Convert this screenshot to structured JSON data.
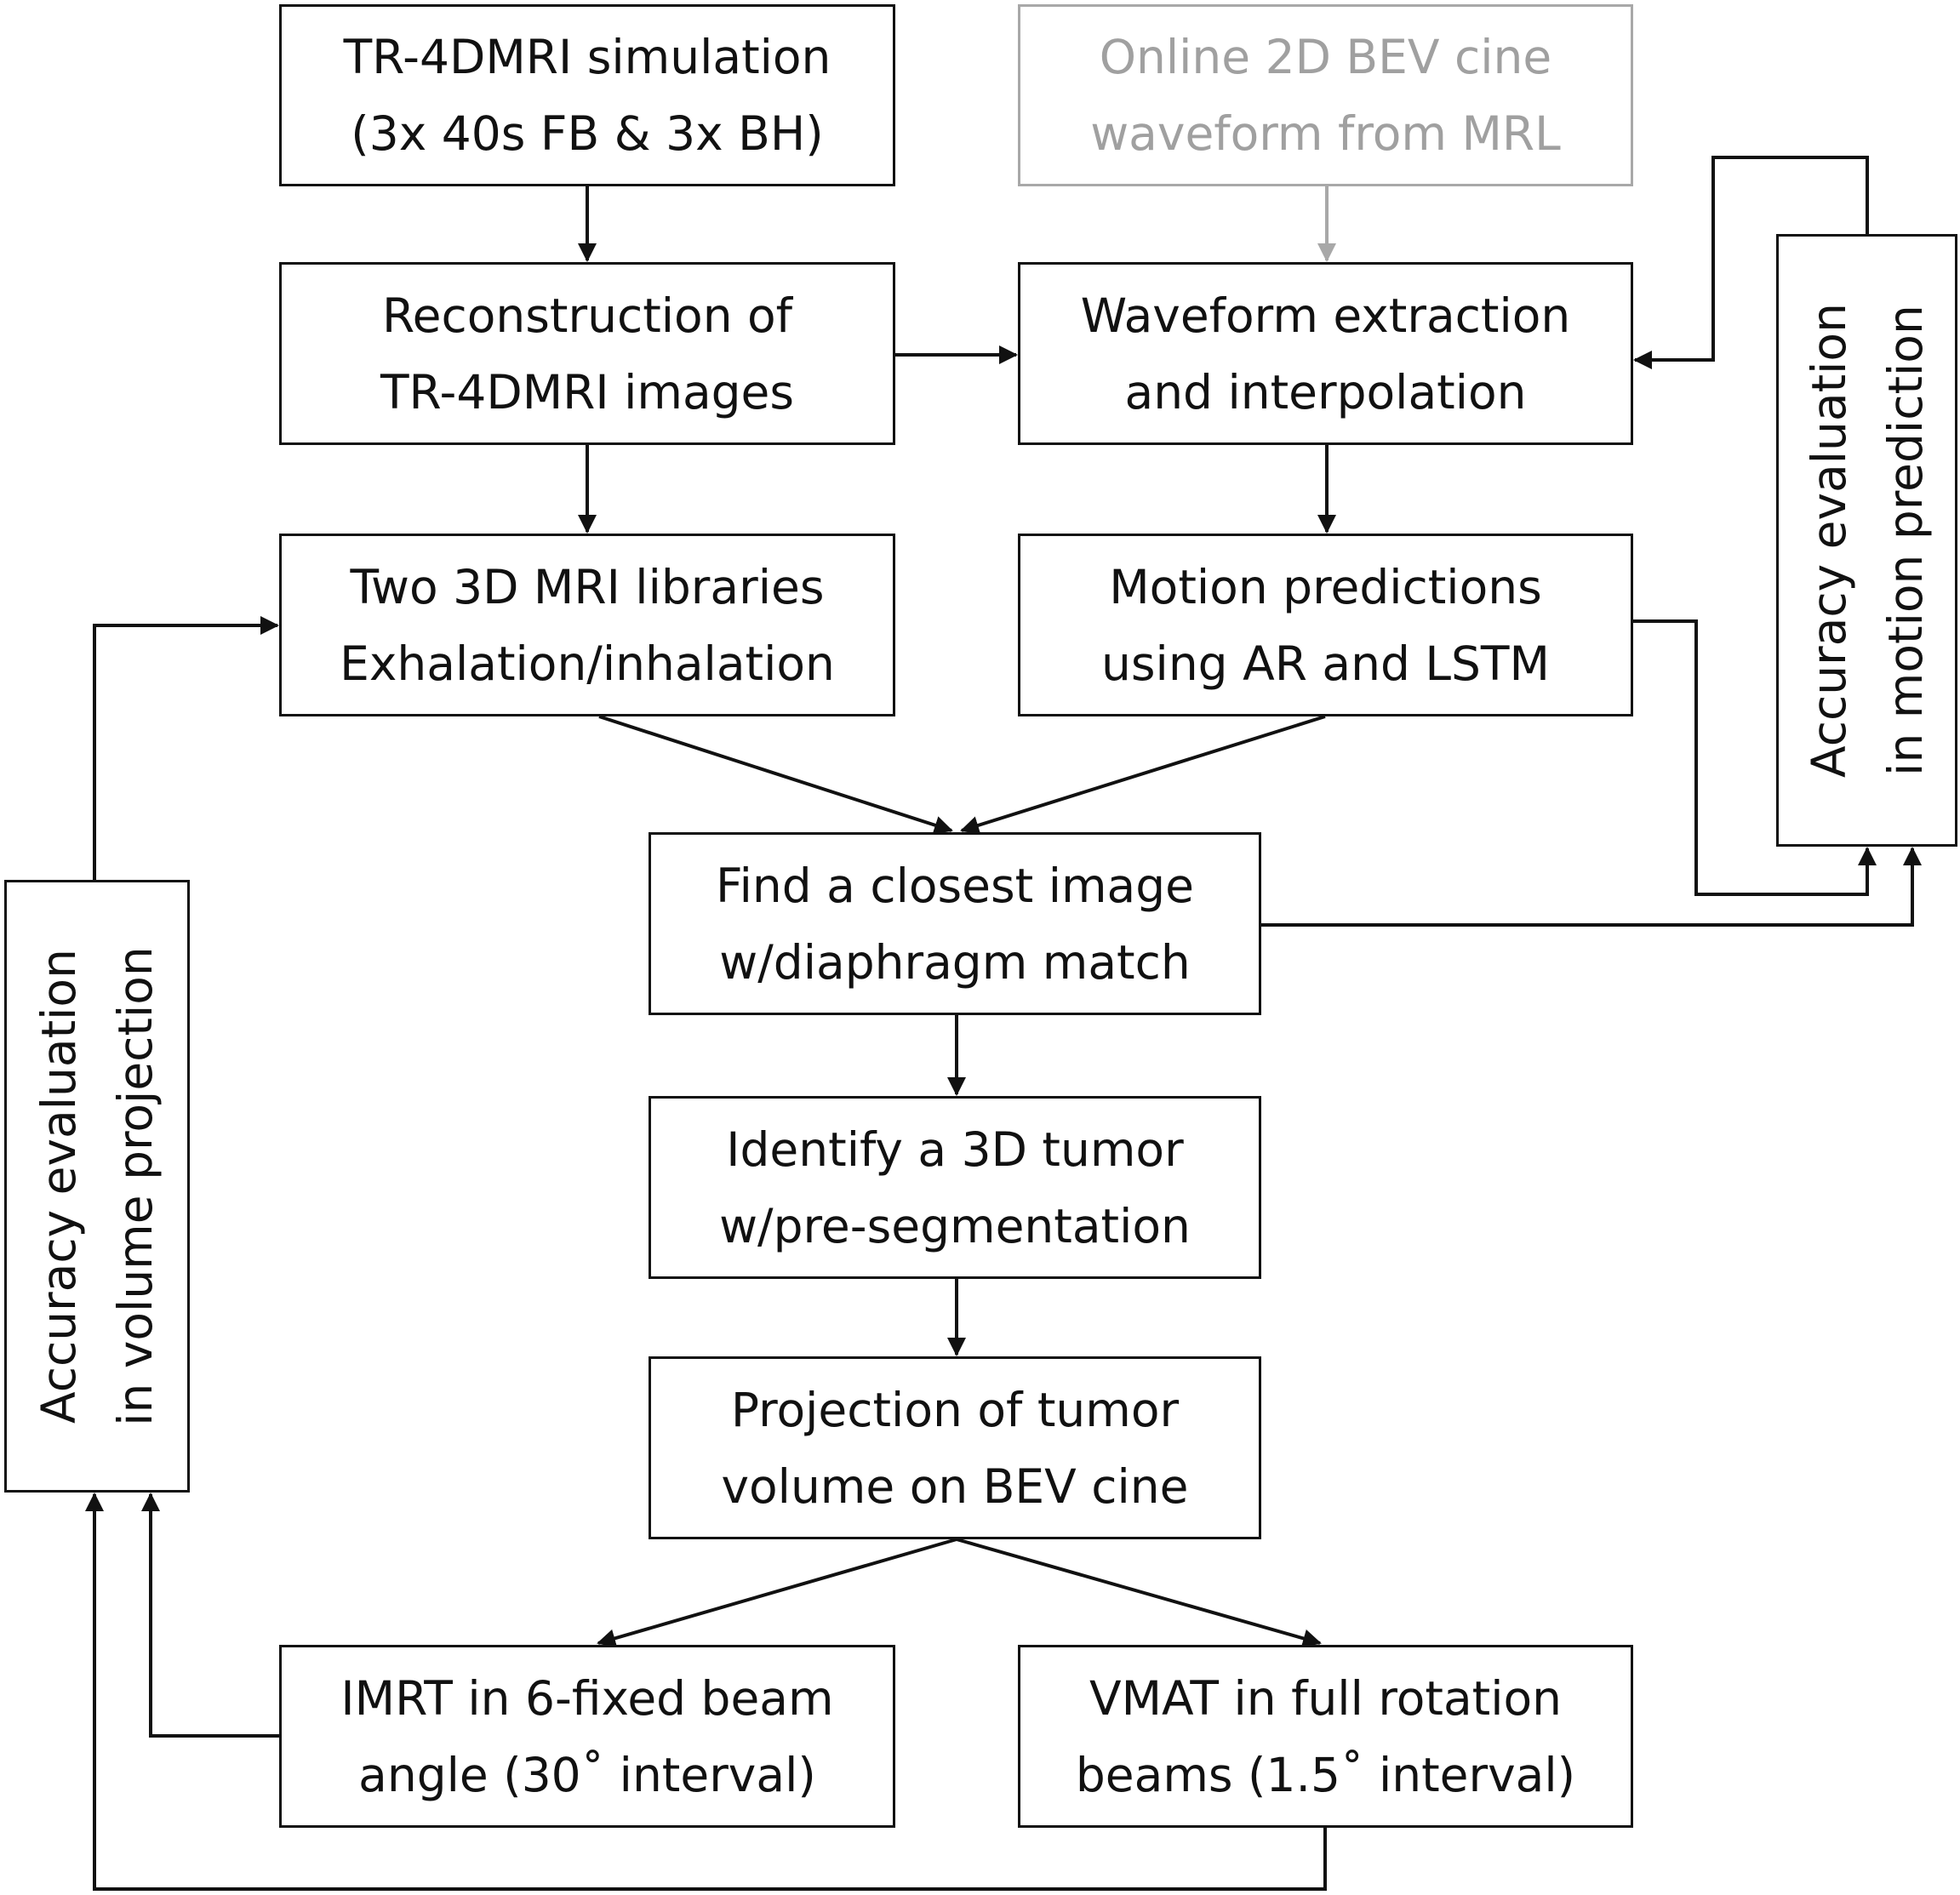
{
  "colors": {
    "line": "#111111",
    "muted_line": "#a8a8a8",
    "muted_text": "#a0a0a0",
    "background": "#ffffff"
  },
  "nodes": {
    "simulation": "TR-4DMRI simulation\n(3x 40s FB & 3x BH)",
    "online_cine": "Online 2D BEV cine\nwaveform from MRL",
    "reconstruction": "Reconstruction of\nTR-4DMRI images",
    "waveform": "Waveform extraction\nand interpolation",
    "libraries": "Two 3D MRI libraries\nExhalation/inhalation",
    "motion_predictions": "Motion predictions\nusing AR and LSTM",
    "find_image": "Find a closest image\nw/diaphragm match",
    "identify_tumor": "Identify a 3D tumor\nw/pre-segmentation",
    "projection": "Projection of tumor\nvolume on BEV cine",
    "imrt": "IMRT in 6-fixed beam\nangle (30˚ interval)",
    "vmat": "VMAT in full rotation\nbeams (1.5˚ interval)",
    "accuracy_motion": "Accuracy evaluation\nin motion prediction",
    "accuracy_volume": "Accuracy evaluation\nin volume projection"
  }
}
